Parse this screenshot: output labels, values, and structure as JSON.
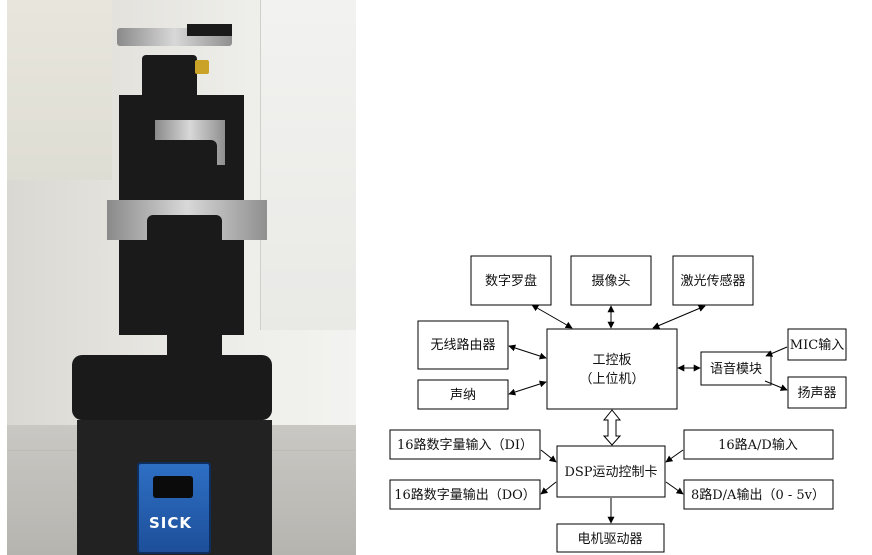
{
  "photo": {
    "brand_label": "SICK"
  },
  "diagram": {
    "nodes": {
      "compass": "数字罗盘",
      "camera": "摄像头",
      "laser": "激光传感器",
      "router": "无线路由器",
      "sonar": "声纳",
      "ipc_line1": "工控板",
      "ipc_line2": "（上位机）",
      "voice": "语音模块",
      "mic": "MIC输入",
      "speaker": "扬声器",
      "di": "16路数字量输入（DI）",
      "ad": "16路A/D输入",
      "dsp": "DSP运动控制卡",
      "do": "16路数字量输出（DO）",
      "da": "8路D/A输出（0 - 5v）",
      "motor": "电机驱动器"
    }
  }
}
